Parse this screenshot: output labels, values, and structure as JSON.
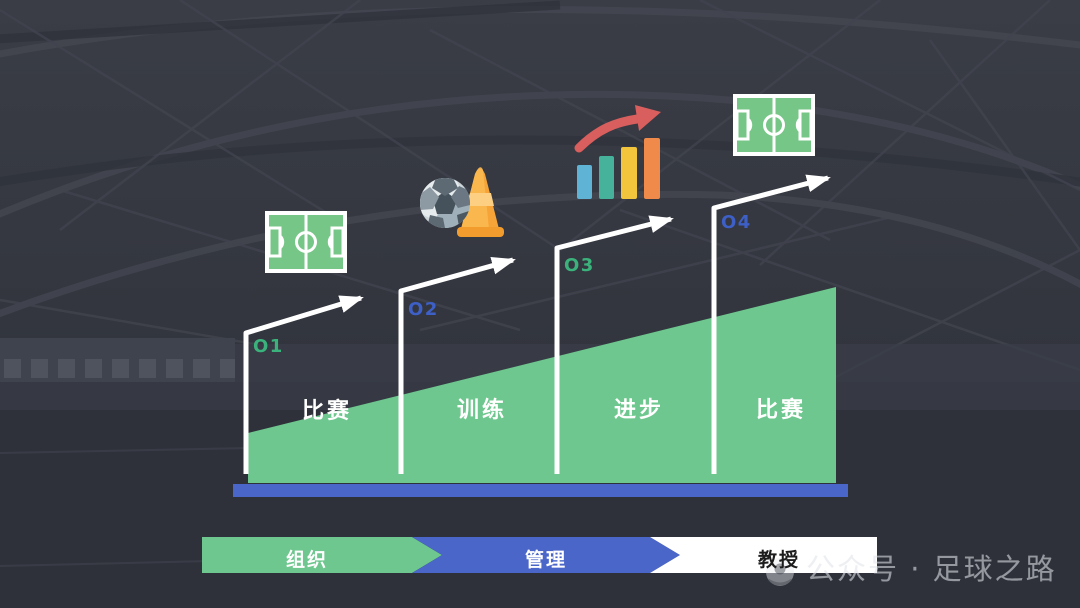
{
  "slide": {
    "steps": [
      {
        "number": "O1",
        "number_color": "#3bb27b",
        "stage_label": "比赛",
        "icon": "soccer-field-icon"
      },
      {
        "number": "O2",
        "number_color": "#3d5fc6",
        "stage_label": "训练",
        "icon": "soccer-ball-and-cone-icon"
      },
      {
        "number": "O3",
        "number_color": "#3bb27b",
        "stage_label": "进步",
        "icon": "rising-bar-chart-icon"
      },
      {
        "number": "O4",
        "number_color": "#3d5fc6",
        "stage_label": "比赛",
        "icon": "soccer-field-icon"
      }
    ],
    "process_arrows": [
      {
        "label": "组织",
        "fill": "#6ec78e",
        "text_color": "#ffffff"
      },
      {
        "label": "管理",
        "fill": "#4a66c8",
        "text_color": "#ffffff"
      },
      {
        "label": "教授",
        "fill": "#ffffff",
        "text_color": "#1c1c1c"
      }
    ],
    "watermark": {
      "text": "公众号 · 足球之路",
      "logo": "camera-logo-icon"
    },
    "colors": {
      "ramp_green": "#6ec78e",
      "base_bar_blue": "#4a66c8",
      "arrow_white": "#ffffff",
      "background_dark": "#34373f"
    }
  }
}
